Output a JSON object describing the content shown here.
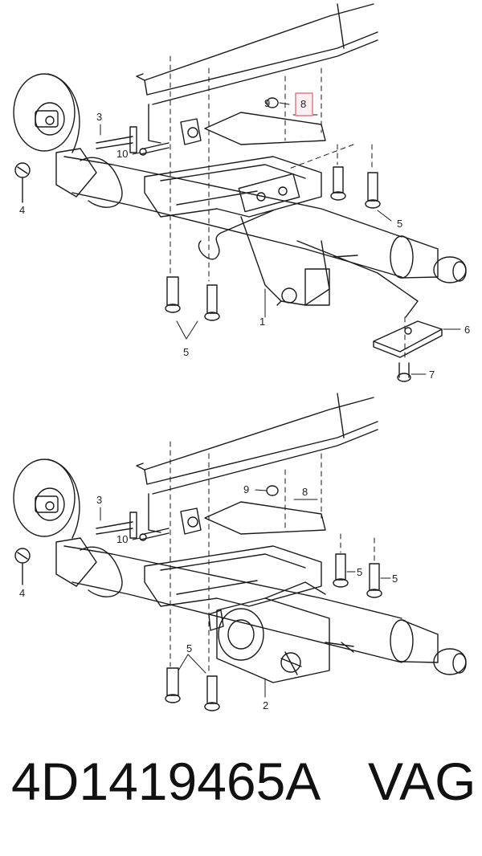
{
  "colors": {
    "line": "#1a1a1a",
    "highlight": "#e07b86"
  },
  "diagram_top": {
    "callouts": {
      "c1": "1",
      "c3": "3",
      "c4": "4",
      "c5a": "5",
      "c5b": "5",
      "c6": "6",
      "c7": "7",
      "c8": "8",
      "c9": "9",
      "c10": "10"
    }
  },
  "diagram_bottom": {
    "callouts": {
      "c2": "2",
      "c3": "3",
      "c4": "4",
      "c5a": "5",
      "c5b": "5",
      "c5c": "5",
      "c8": "8",
      "c9": "9",
      "c10": "10"
    }
  },
  "footer": {
    "part_number": "4D1419465A",
    "brand": "VAG"
  }
}
